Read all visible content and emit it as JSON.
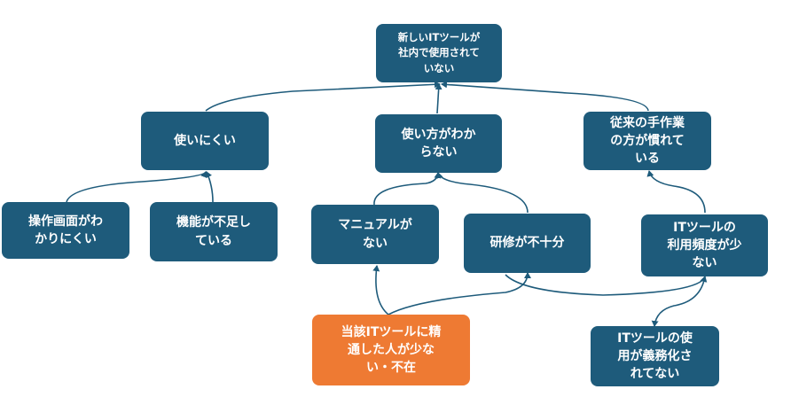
{
  "colors": {
    "node_fill": "#1e5b7b",
    "accent_fill": "#ee7a33",
    "edge": "#1e5b7b",
    "text": "#ffffff",
    "background": "#ffffff"
  },
  "nodes": {
    "root": "新しいITツールが\n社内で使用されて\nいない",
    "hard_to_use": "使いにくい",
    "unclear_usage": "使い方がわか\nらない",
    "used_to_manual": "従来の手作業\nの方が慣れて\nいる",
    "ui_complex": "操作画面がわ\nかりにくい",
    "features_lacking": "機能が不足し\nている",
    "no_manual": "マニュアルが\nない",
    "no_training": "研修が不十分",
    "low_frequency": "ITツールの\n利用頻度が少\nない",
    "no_owner": "当該ITツールに精\n通した人が少な\nい・不在",
    "not_mandatory": "ITツールの使\n用が義務化さ\nれてない"
  }
}
